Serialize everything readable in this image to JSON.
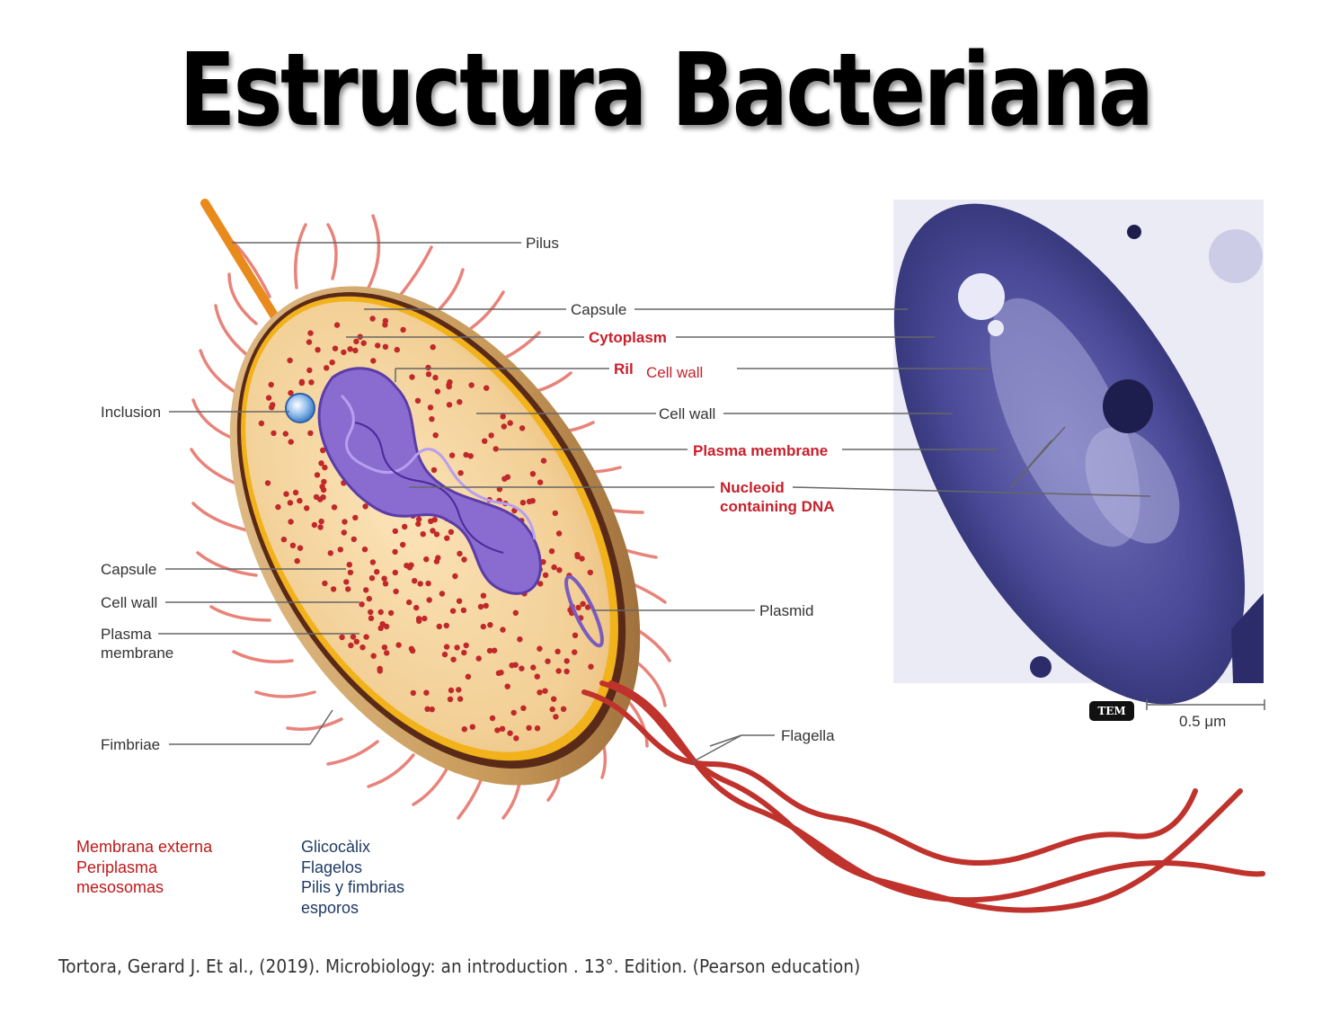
{
  "title": "Estructura Bacteriana",
  "labels": {
    "pilus": "Pilus",
    "capsule_top": "Capsule",
    "cytoplasm": "Cytoplasm",
    "ribosomes_partial": "Ril",
    "cell_wall_overlay": "Cell wall",
    "cell_wall_right": "Cell wall",
    "plasma_membrane_right": "Plasma membrane",
    "nucleoid_line1": "Nucleoid",
    "nucleoid_line2": "containing DNA",
    "plasmid": "Plasmid",
    "flagella": "Flagella",
    "inclusion": "Inclusion",
    "capsule_left": "Capsule",
    "cell_wall_left": "Cell wall",
    "plasma_membrane_left_1": "Plasma",
    "plasma_membrane_left_2": "membrane",
    "fimbriae": "Fimbriae"
  },
  "micrograph": {
    "badge": "TEM",
    "scale": "0.5 μm"
  },
  "notes_red": [
    "Membrana externa",
    "Periplasma",
    "mesosomas"
  ],
  "notes_blue": [
    "Glicocàlix",
    "Flagelos",
    "Pilis y fimbrias",
    "esporos"
  ],
  "citation": "Tortora, Gerard J.  Et al., (2019). Microbiology: an introduction . 13°. Edition. (Pearson education)",
  "colors": {
    "label_red": "#c8202c",
    "notes_red": "#c01818",
    "notes_blue": "#1f3b63",
    "capsule_tan": "#c89a5a",
    "membrane_yellow": "#f2b21b",
    "dna_purple": "#7a5bbf",
    "ribosome_red": "#c0282a",
    "flagella_red": "#c0322c",
    "fimbriae_pink": "#e8837a",
    "micrograph_blue": "#3e3e8c"
  }
}
